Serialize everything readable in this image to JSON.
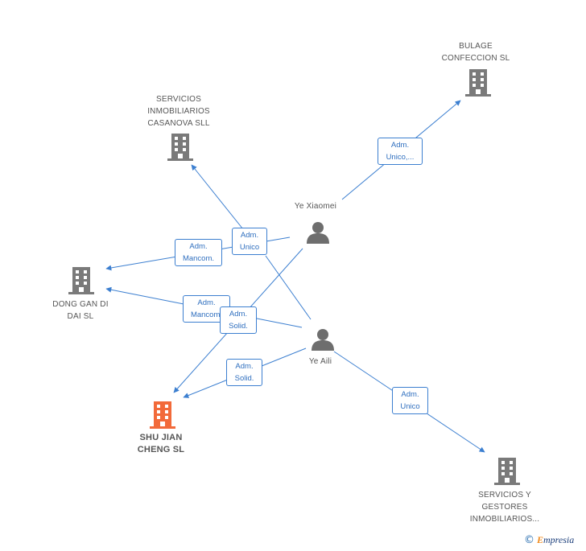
{
  "nodes": {
    "bulage": {
      "label": "BULAGE\nCONFECCION SL",
      "type": "company"
    },
    "casanova": {
      "label": "SERVICIOS\nINMOBILIARIOS\nCASANOVA SLL",
      "type": "company"
    },
    "dong_gan": {
      "label": "DONG GAN DI\nDAI SL",
      "type": "company"
    },
    "shu_jian": {
      "label": "SHU JIAN\nCHENG SL",
      "type": "company-focus"
    },
    "servicios_gestores": {
      "label": "SERVICIOS Y\nGESTORES\nINMOBILIARIOS...",
      "type": "company"
    },
    "ye_xiaomei": {
      "label": "Ye Xiaomei",
      "type": "person"
    },
    "ye_aili": {
      "label": "Ye Aili",
      "type": "person"
    }
  },
  "edges": [
    {
      "id": "xiaomei-bulage",
      "label": "Adm.\nUnico,..."
    },
    {
      "id": "xiaomei-casanova",
      "label": "Adm.\nUnico"
    },
    {
      "id": "xiaomei-dong",
      "label": "Adm.\nMancom."
    },
    {
      "id": "aili-dong",
      "label": "Adm.\nMancom."
    },
    {
      "id": "xiaomei-shu",
      "label": "Adm.\nSolid."
    },
    {
      "id": "aili-shu",
      "label": "Adm.\nSolid."
    },
    {
      "id": "aili-servicios",
      "label": "Adm.\nUnico"
    }
  ],
  "colors": {
    "edge": "#3c7fd0",
    "company_icon": "#7a7a7a",
    "focus_icon": "#f26a3a",
    "person_icon": "#6e6e6e"
  },
  "watermark": {
    "symbol": "©",
    "brand_first": "E",
    "brand_rest": "mpresia"
  }
}
